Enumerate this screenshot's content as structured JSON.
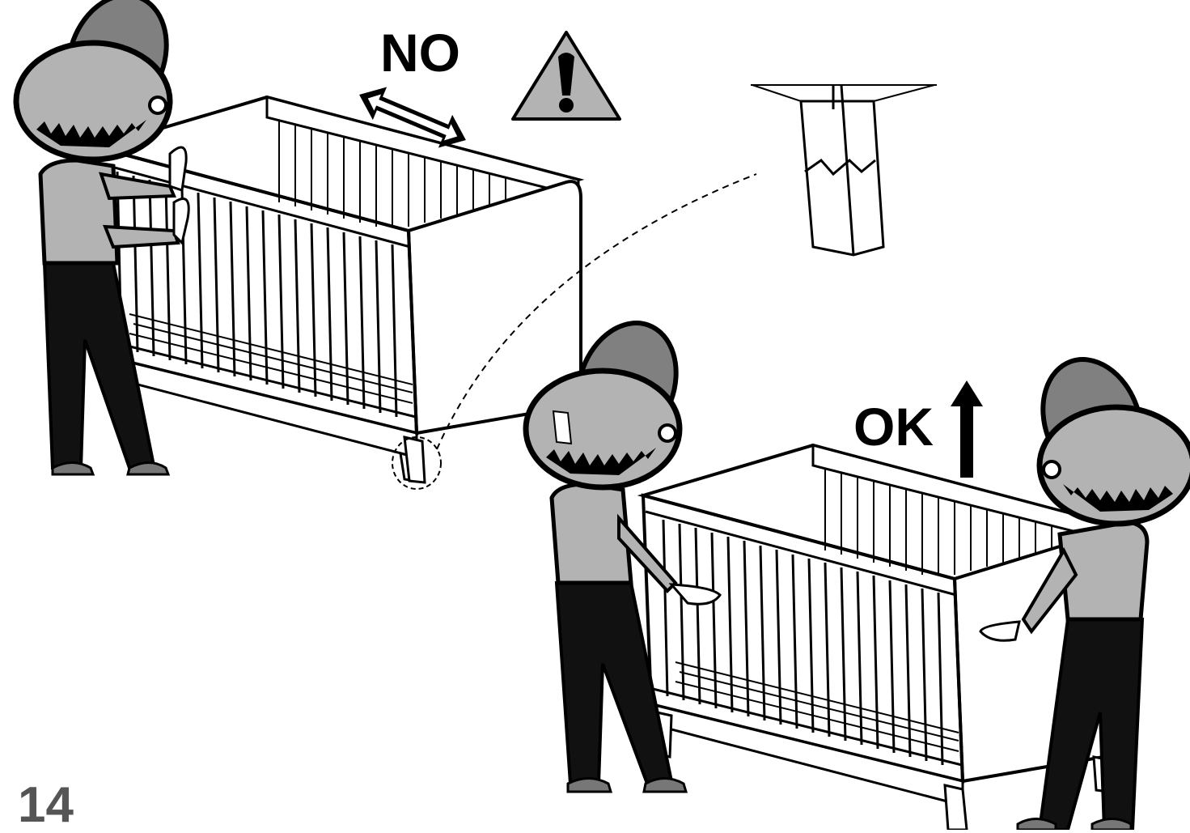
{
  "instruction": {
    "step_number": "14",
    "wrong_label": "NO",
    "right_label": "OK"
  },
  "icons": {
    "warning": "warning-triangle-icon",
    "horizontal_arrow": "double-arrow-icon",
    "up_arrow": "arrow-up-icon"
  },
  "colors": {
    "line": "#000000",
    "skin": "#b3b3b3",
    "hair": "#808080",
    "pants": "#111111",
    "shoe": "#777777",
    "step_number": "#555555"
  }
}
